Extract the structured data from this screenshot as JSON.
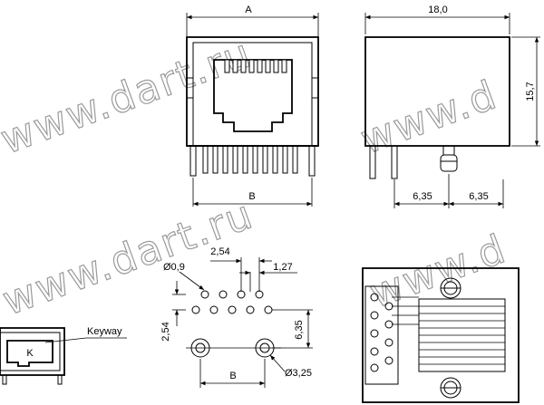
{
  "watermark": {
    "text_1": "www.dart.ru",
    "text_2": "www.d",
    "text_3": "www.dart.ru",
    "text_4": "www.d"
  },
  "front_view": {
    "dim_a": "A",
    "dim_b": "B"
  },
  "side_view": {
    "width": "18,0",
    "height": "15,7",
    "pitch_left": "6,35",
    "pitch_right": "6,35"
  },
  "footprint": {
    "pitch_x": "2,54",
    "offset": "1,27",
    "hole_small": "Ø0,9",
    "pitch_y": "2,54",
    "row_spacing": "6,35",
    "hole_large": "Ø3,25",
    "dim_b": "B"
  },
  "keyway_view": {
    "key_letter": "K",
    "label": "Keyway"
  }
}
